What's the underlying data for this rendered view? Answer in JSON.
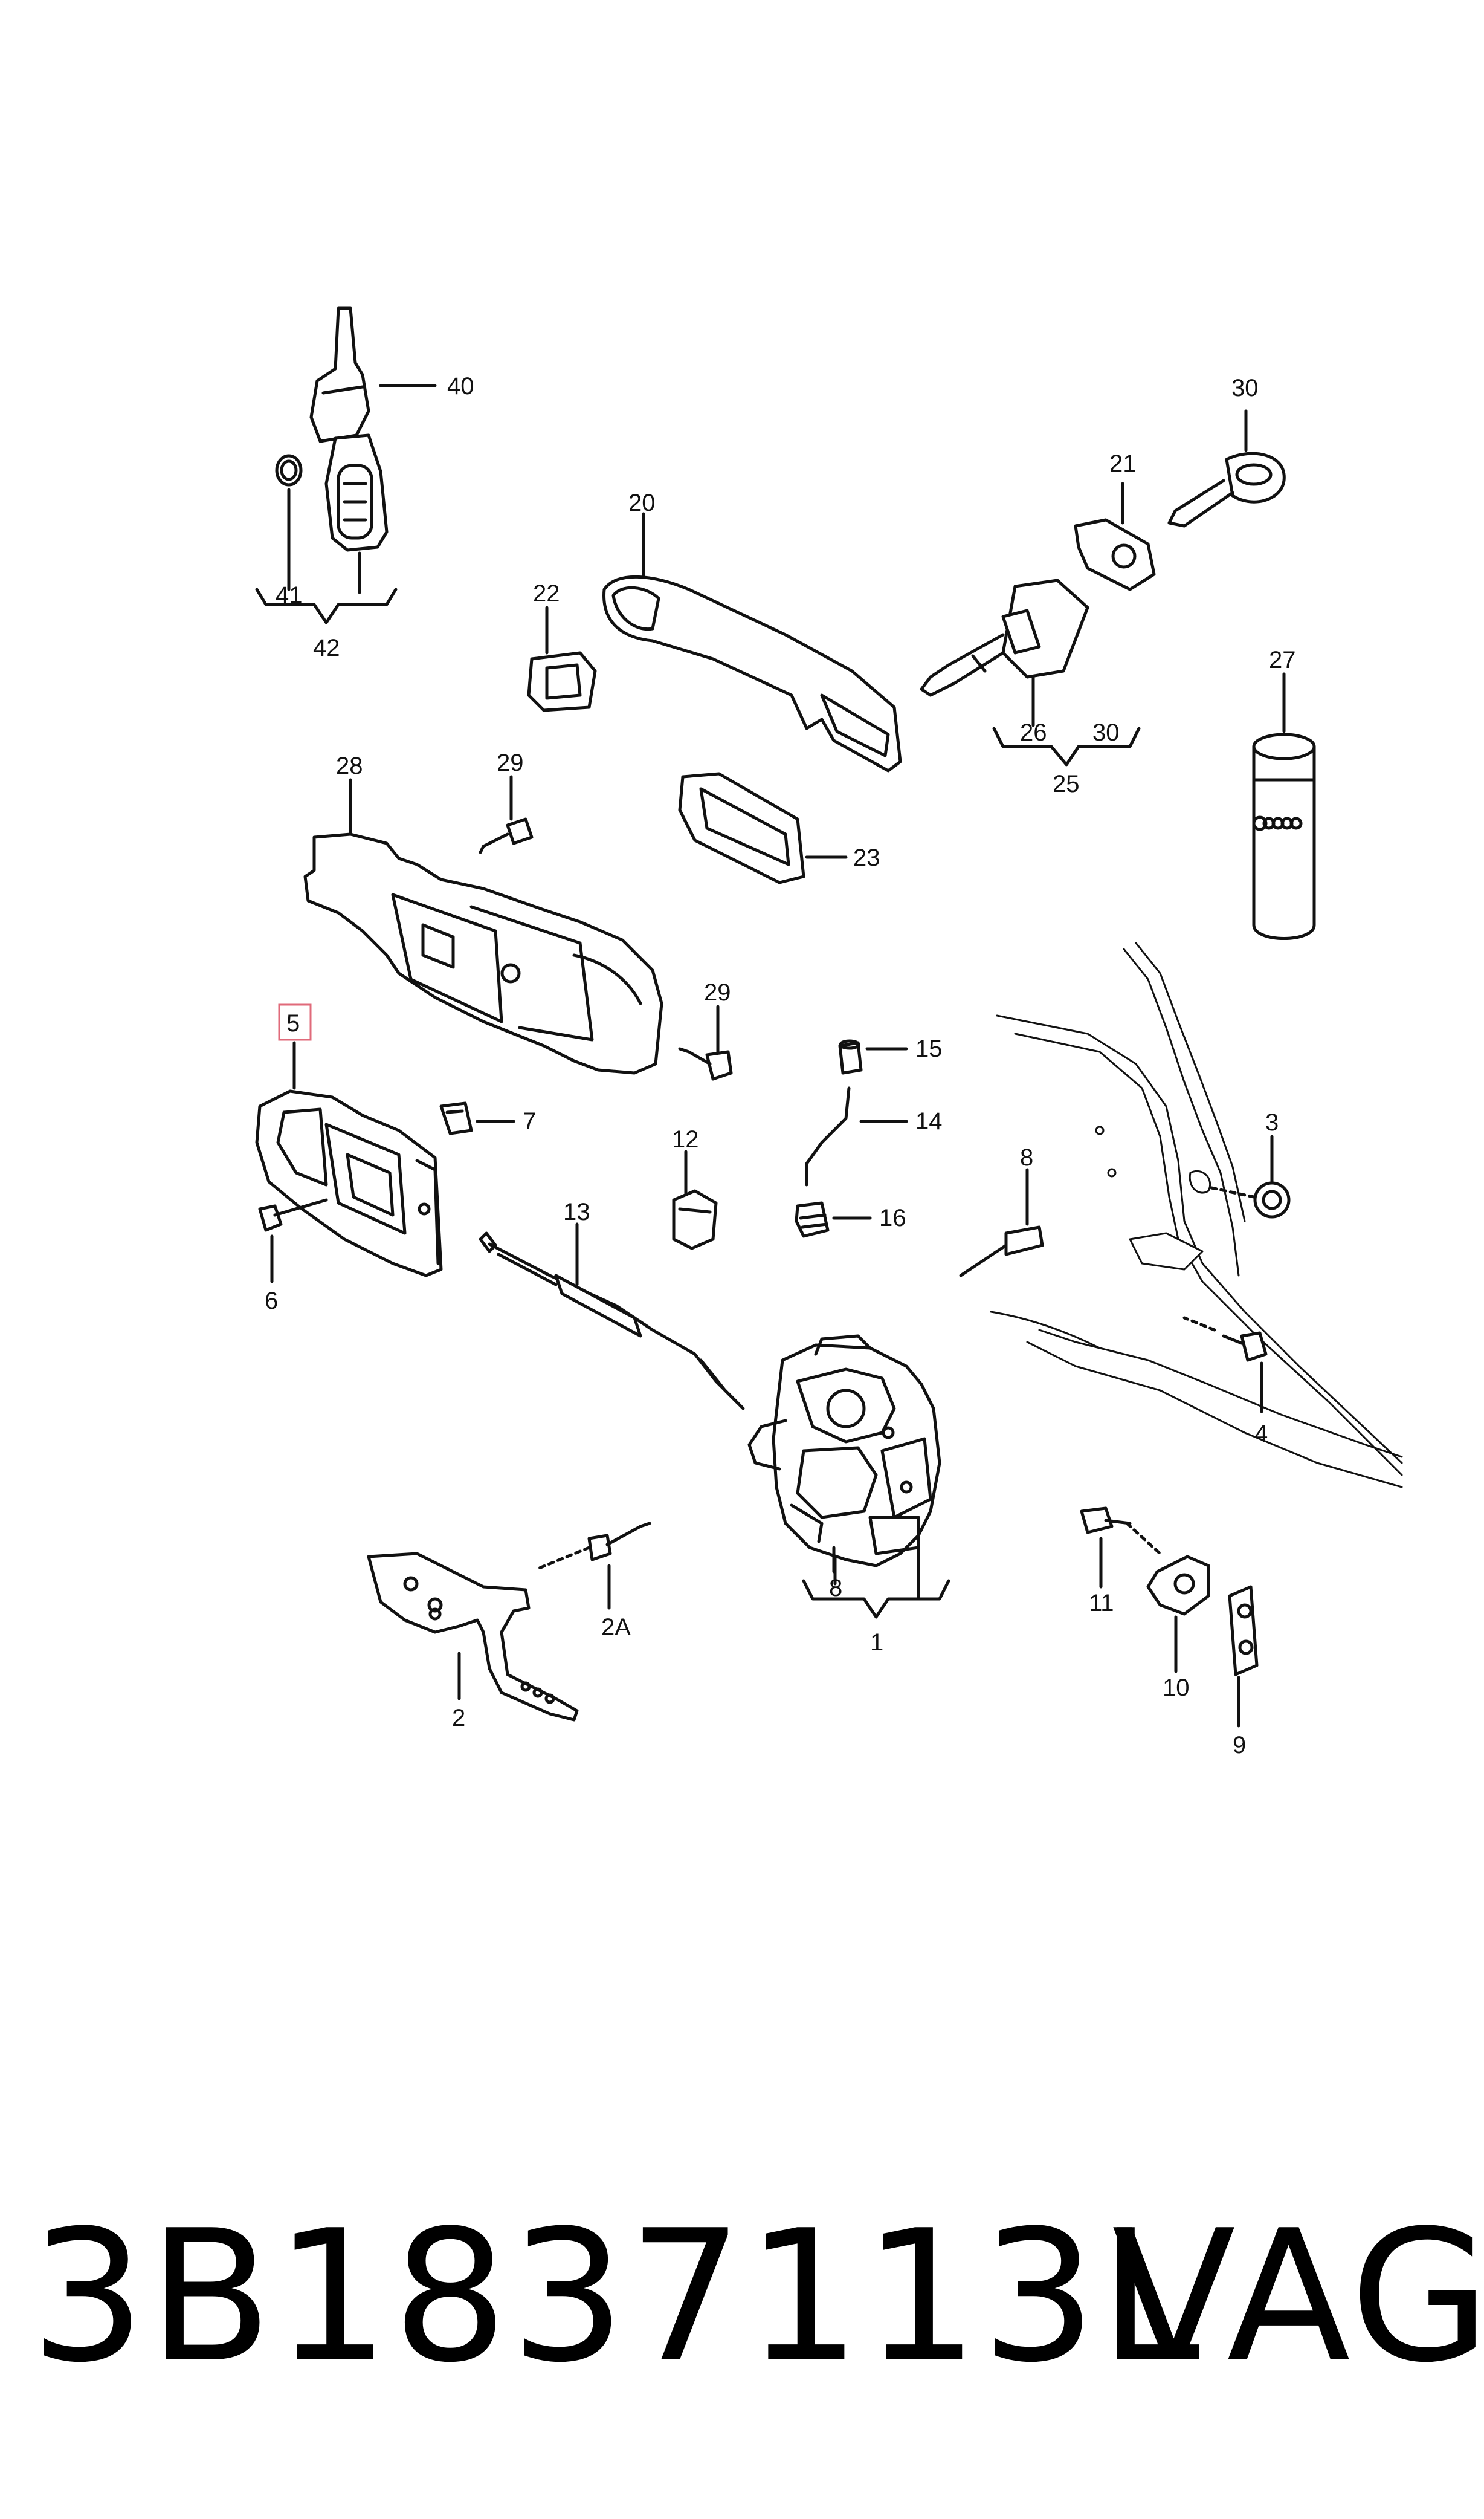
{
  "diagram": {
    "callouts": {
      "c1": "1",
      "c2": "2",
      "c2A": "2A",
      "c3": "3",
      "c4": "4",
      "c5": "5",
      "c6": "6",
      "c7": "7",
      "c8a": "8",
      "c8b": "8",
      "c9": "9",
      "c10": "10",
      "c11": "11",
      "c12": "12",
      "c13": "13",
      "c14": "14",
      "c15": "15",
      "c16": "16",
      "c20": "20",
      "c21": "21",
      "c22": "22",
      "c23": "23",
      "c25": "25",
      "c26": "26",
      "c27": "27",
      "c28": "28",
      "c29a": "29",
      "c29b": "29",
      "c30a": "30",
      "c30b": "30",
      "c40": "40",
      "c41": "41",
      "c42": "42"
    },
    "highlighted_callout": "5",
    "highlight_color": "#e06a7a",
    "line_color": "#111111"
  },
  "footer": {
    "part_number": "3B1837113L",
    "brand": "VAG"
  }
}
